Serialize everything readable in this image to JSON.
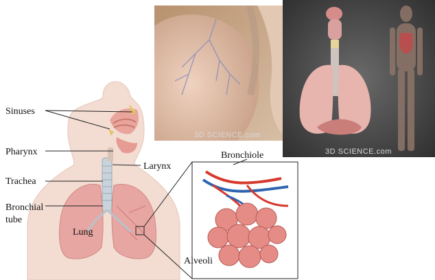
{
  "labels": {
    "sinuses": "Sinuses",
    "pharynx": "Pharynx",
    "larynx": "Larynx",
    "trachea": "Trachea",
    "bronchial_line1": "Bronchial",
    "bronchial_line2": "tube",
    "lung": "Lung",
    "bronchiole": "Bronchiole",
    "alveoli": "Alveoli"
  },
  "watermarks": {
    "zoom": "3D SCIENCE.com",
    "body": "3D SCIENCE.com"
  },
  "colors": {
    "skin": "#f3dcd2",
    "lung": "#e7a6a2",
    "lung_dark": "#d88884",
    "trachea": "#c8d3dc",
    "photo_bg_zoom": "#c8ab8c",
    "photo_bg_body": "#3c3c3c",
    "artery": "#d63a2c",
    "vein": "#2f64b0"
  }
}
